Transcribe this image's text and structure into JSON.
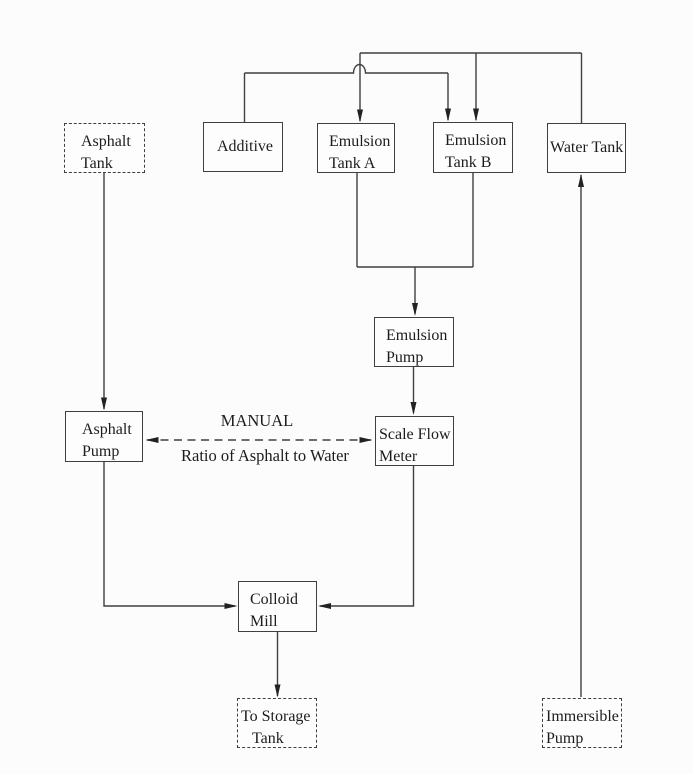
{
  "diagram": {
    "nodes": [
      {
        "id": "asphalt-tank",
        "border": "dashed",
        "lines": [
          "Asphalt",
          "Tank"
        ]
      },
      {
        "id": "additive",
        "border": "solid",
        "lines": [
          "Additive"
        ]
      },
      {
        "id": "emulsion-tank-a",
        "border": "solid",
        "lines": [
          "Emulsion",
          "Tank A"
        ]
      },
      {
        "id": "emulsion-tank-b",
        "border": "solid",
        "lines": [
          "Emulsion",
          "Tank B"
        ]
      },
      {
        "id": "water-tank",
        "border": "solid",
        "lines": [
          "Water Tank"
        ]
      },
      {
        "id": "emulsion-pump",
        "border": "solid",
        "lines": [
          "Emulsion",
          "Pump"
        ]
      },
      {
        "id": "asphalt-pump",
        "border": "solid",
        "lines": [
          "Asphalt",
          "Pump"
        ]
      },
      {
        "id": "scale-flow-meter",
        "border": "solid",
        "lines": [
          "Scale Flow",
          "Meter"
        ]
      },
      {
        "id": "colloid-mill",
        "border": "solid",
        "lines": [
          "Colloid",
          "Mill"
        ]
      },
      {
        "id": "to-storage-tank",
        "border": "dashed",
        "lines": [
          "To Storage",
          "Tank"
        ]
      },
      {
        "id": "immersible-pump",
        "border": "dashed",
        "lines": [
          "Immersible",
          "Pump"
        ]
      }
    ],
    "labels": {
      "manual": "MANUAL",
      "ratio": "Ratio of Asphalt to Water"
    },
    "edges": [
      {
        "from": "Water Tank",
        "to": "Emulsion Tank A",
        "type": "solid-arrow"
      },
      {
        "from": "Water Tank",
        "to": "Emulsion Tank B",
        "type": "solid-arrow"
      },
      {
        "from": "Additive",
        "to": "Emulsion Tank B",
        "type": "solid-arrow"
      },
      {
        "from": "Emulsion Tank A",
        "to": "Emulsion Pump",
        "type": "solid-arrow"
      },
      {
        "from": "Emulsion Tank B",
        "to": "Emulsion Pump",
        "type": "solid-arrow"
      },
      {
        "from": "Emulsion Pump",
        "to": "Scale Flow Meter",
        "type": "solid-arrow"
      },
      {
        "from": "Scale Flow Meter",
        "to": "Colloid Mill",
        "type": "solid-arrow"
      },
      {
        "from": "Asphalt Tank",
        "to": "Asphalt Pump",
        "type": "solid-arrow"
      },
      {
        "from": "Asphalt Pump",
        "to": "Colloid Mill",
        "type": "solid-arrow"
      },
      {
        "from": "Colloid Mill",
        "to": "To Storage Tank",
        "type": "solid-arrow"
      },
      {
        "from": "Immersible Pump",
        "to": "Water Tank",
        "type": "solid-arrow"
      },
      {
        "from": "Asphalt Pump",
        "to": "Scale Flow Meter",
        "type": "dashed-double-arrow",
        "label_top": "MANUAL",
        "label_bottom": "Ratio of Asphalt to Water"
      }
    ],
    "colors": {
      "line": "#3f3f3f",
      "arrowhead": "#222222",
      "text": "#1c1c1c",
      "background": "#fcfcfc"
    }
  }
}
